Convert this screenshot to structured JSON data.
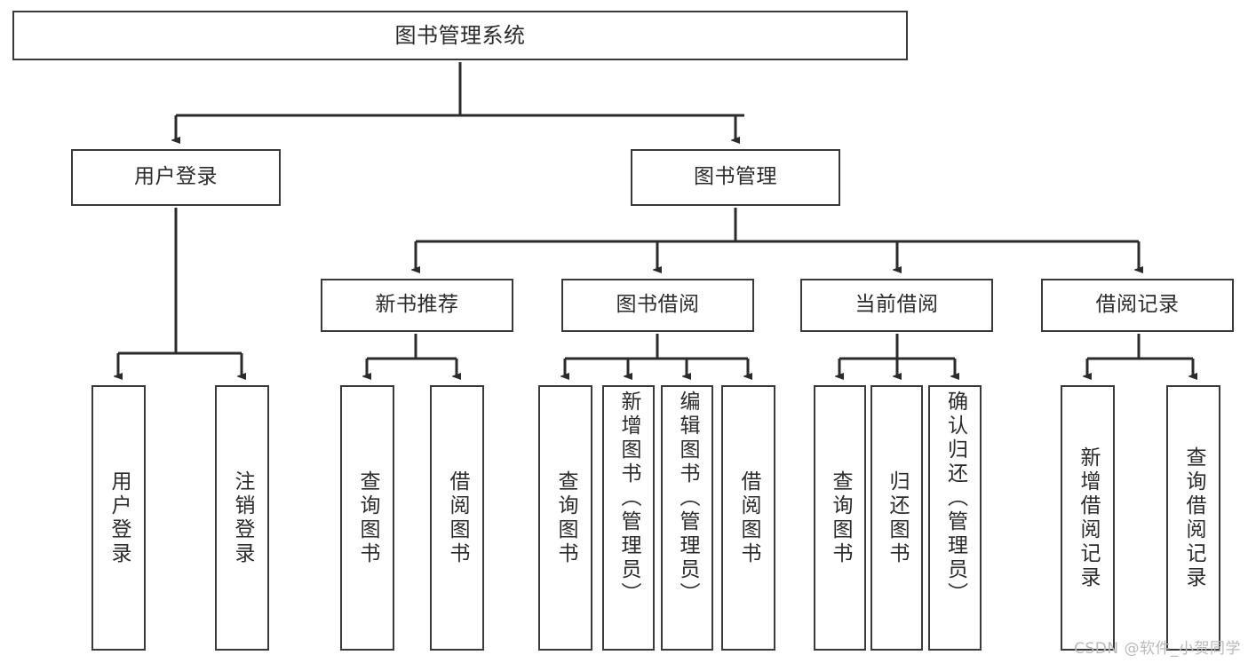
{
  "diagram": {
    "type": "tree-hierarchy",
    "title": "图书管理系统",
    "watermark": "CSDN @软件_小贺同学",
    "colors": {
      "box_border": "#3a3a3a",
      "box_fill": "#ffffff",
      "connector": "#2b2b2b",
      "text": "#2b2b2b",
      "watermark": "#b9b9b9"
    },
    "levels": {
      "root": {
        "label": "图书管理系统"
      },
      "level2": [
        {
          "label": "用户登录"
        },
        {
          "label": "图书管理"
        }
      ],
      "level3": [
        {
          "label": "新书推荐"
        },
        {
          "label": "图书借阅"
        },
        {
          "label": "当前借阅"
        },
        {
          "label": "借阅记录"
        }
      ],
      "leaves": [
        {
          "label": "用户登录",
          "parent": "用户登录"
        },
        {
          "label": "注销登录",
          "parent": "用户登录"
        },
        {
          "label": "查询图书",
          "parent": "新书推荐"
        },
        {
          "label": "借阅图书",
          "parent": "新书推荐"
        },
        {
          "label": "查询图书",
          "parent": "图书借阅"
        },
        {
          "label": "新增图书（管理员）",
          "parent": "图书借阅"
        },
        {
          "label": "编辑图书（管理员）",
          "parent": "图书借阅"
        },
        {
          "label": "借阅图书",
          "parent": "图书借阅"
        },
        {
          "label": "查询图书",
          "parent": "当前借阅"
        },
        {
          "label": "归还图书",
          "parent": "当前借阅"
        },
        {
          "label": "确认归还（管理员）",
          "parent": "当前借阅"
        },
        {
          "label": "新增借阅记录",
          "parent": "借阅记录"
        },
        {
          "label": "查询借阅记录",
          "parent": "借阅记录"
        }
      ]
    }
  }
}
